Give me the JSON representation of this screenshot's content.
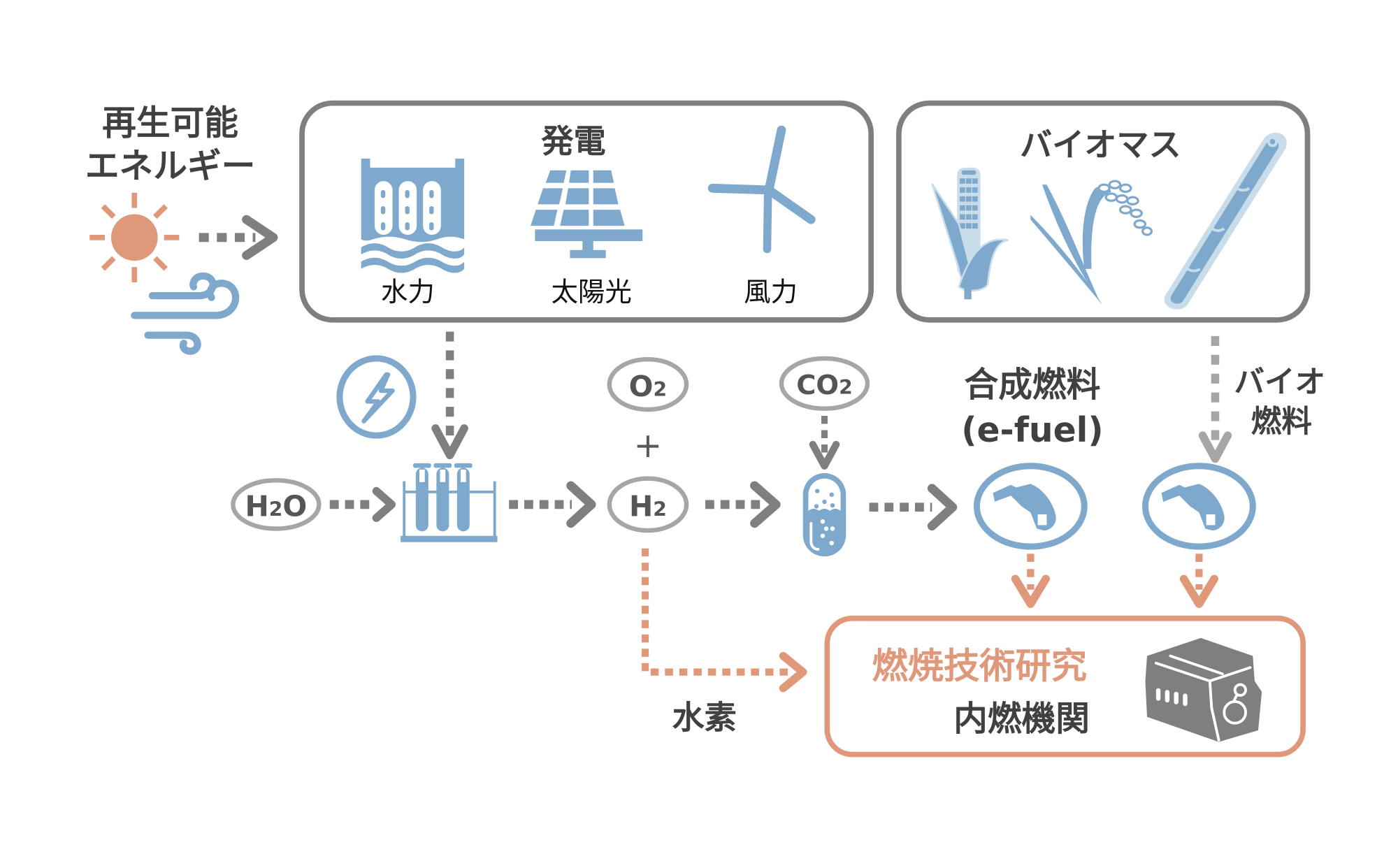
{
  "colors": {
    "text_dark": "#404040",
    "arrow_gray": "#7f7f7f",
    "arrow_light_gray": "#a6a6a6",
    "icon_blue": "#7ea9cc",
    "icon_blue_light": "#c9dcea",
    "accent_orange": "#e0987a",
    "box_border_gray": "#7f7f7f"
  },
  "renewable": {
    "title_line1": "再生可能",
    "title_line2": "エネルギー",
    "icons": [
      "sun-icon",
      "wind-icon"
    ]
  },
  "power_generation": {
    "title": "発電",
    "items": [
      {
        "label": "水力",
        "icon": "hydro-dam-icon"
      },
      {
        "label": "太陽光",
        "icon": "solar-panel-icon"
      },
      {
        "label": "風力",
        "icon": "wind-turbine-icon"
      }
    ]
  },
  "biomass": {
    "title": "バイオマス",
    "icons": [
      "corn-icon",
      "rice-plant-icon",
      "sugarcane-icon"
    ]
  },
  "process": {
    "electricity_icon": "lightning-icon",
    "electrolysis_icon": "test-tubes-icon",
    "reactor_icon": "reactor-capsule-icon",
    "molecules": {
      "water": {
        "base": "H",
        "sub": "2",
        "tail": "O"
      },
      "oxygen": {
        "base": "O",
        "sub": "2"
      },
      "hydrogen": {
        "base": "H",
        "sub": "2"
      },
      "co2": {
        "base": "CO",
        "sub": "2"
      },
      "plus": "+"
    }
  },
  "fuels": {
    "synthetic_line1": "合成燃料",
    "synthetic_line2": "(e-fuel)",
    "bio_line1": "バイオ",
    "bio_line2": "燃料",
    "icon": "fuel-nozzle-icon"
  },
  "hydrogen_path_label": "水素",
  "combustion": {
    "title": "燃焼技術研究",
    "subtitle": "内燃機関",
    "icon": "engine-icon"
  }
}
